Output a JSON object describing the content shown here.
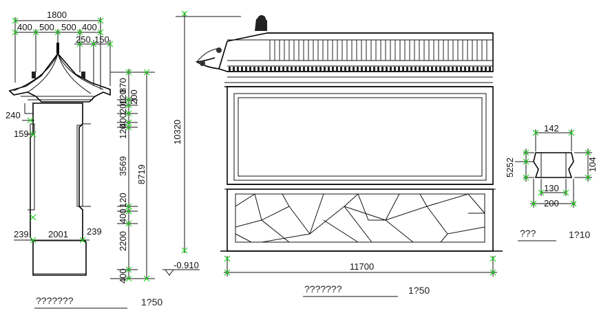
{
  "section_drawing": {
    "top_dims": {
      "overall": "1800",
      "d1": "400",
      "d2": "500",
      "d3": "500",
      "d4": "400",
      "d5": "250",
      "d6": "150"
    },
    "right_dims": [
      "870",
      "120",
      "200",
      "200",
      "400",
      "120",
      "3569",
      "120",
      "400",
      "2200",
      "400"
    ],
    "overall_height": "8719",
    "left_dims": [
      "240",
      "159",
      "239"
    ],
    "base_dims": [
      "2001",
      "239"
    ],
    "title": "???????",
    "scale": "1?50"
  },
  "elevation_drawing": {
    "height": "10320",
    "level": "-0.910",
    "width": "11700",
    "title": "???????",
    "scale": "1?50"
  },
  "detail_drawing": {
    "top_width": "142",
    "height_left": "5252",
    "height_right": "104",
    "inner_width": "130",
    "bottom_width": "200",
    "title": "???",
    "scale": "1?10"
  }
}
